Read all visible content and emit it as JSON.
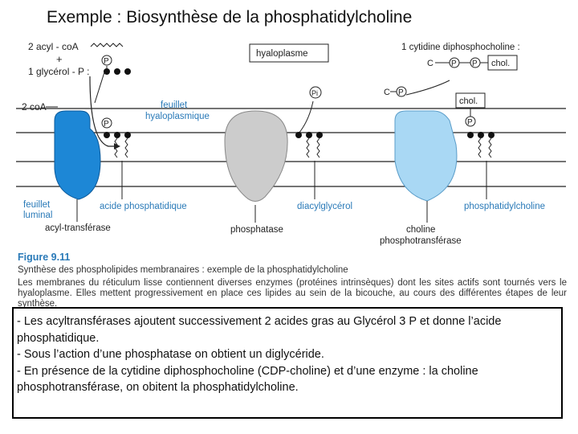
{
  "title": "Exemple : Biosynthèse de la phosphatidylcholine",
  "labels": {
    "acyl_coa_top": "2 acyl - coA",
    "plus": "+",
    "glycerol_p": "1 glycérol - P :",
    "p_symbol": "P",
    "hyaloplasme": "hyaloplasme",
    "cdp_choline": "1 cytidine diphosphocholine :",
    "c_letter": "C",
    "chol": "chol.",
    "coa_2": "2 coA",
    "feuillet_hyalo_1": "feuillet",
    "feuillet_hyalo_2": "hyaloplasmique",
    "feuillet_lum_1": "feuillet",
    "feuillet_lum_2": "luminal",
    "acyl_transferase": "acyl-transférase",
    "acide_phosphatidique": "acide phosphatidique",
    "phosphatase": "phosphatase",
    "diacylglycerol": "diacylglycérol",
    "phosphatidylcholine": "phosphatidylcholine",
    "choline_pt_1": "choline",
    "choline_pt_2": "phosphotransférase",
    "pi": "Pi"
  },
  "figure_label": "Figure 9.11",
  "caption_title": "Synthèse des phospholipides membranaires : exemple de la phosphatidylcholine",
  "caption_body": "Les membranes du réticulum lisse contiennent diverses enzymes (protéines intrinsèques) dont les sites actifs sont tournés vers le hyaloplasme. Elles mettent progressivement en place ces lipides au sein de la bicouche, au cours des différentes étapes de leur synthèse.",
  "notes": [
    "- Les acyltransférases ajoutent successivement 2 acides gras au Glycérol 3 P et donne l’acide phosphatidique.",
    "- Sous l’action d’une phosphatase on obtient un diglycéride.",
    "- En présence de la cytidine diphosphocholine (CDP-choline) et d’une enzyme : la choline phosphotransférase, on obitent la phosphatidylcholine."
  ],
  "colors": {
    "blue_enzyme": "#1d87d6",
    "grey_enzyme": "#cccccc",
    "light_blue_enzyme": "#a9d8f4",
    "label_blue": "#2a7ab8"
  }
}
